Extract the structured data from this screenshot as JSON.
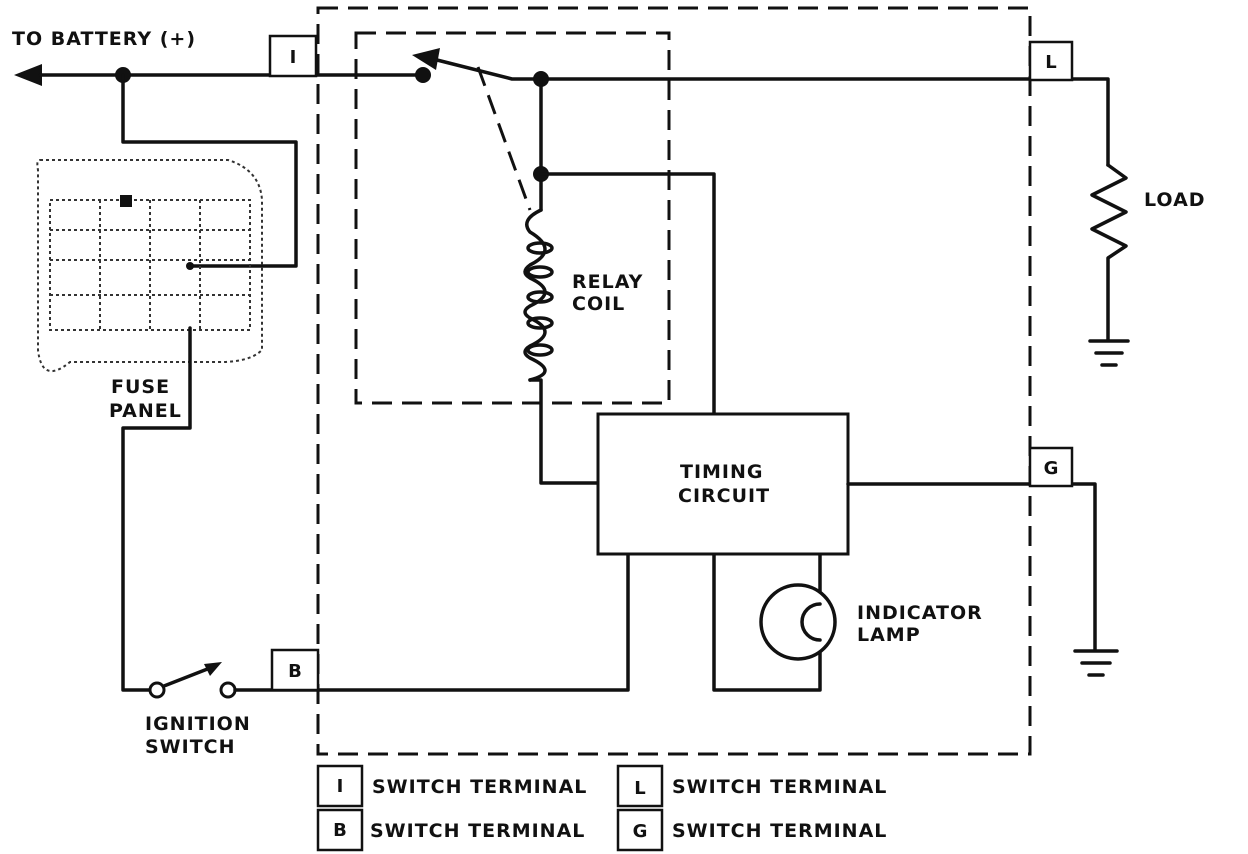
{
  "labels": {
    "battery": "TO BATTERY (+)",
    "load": "LOAD",
    "relay_line1": "RELAY",
    "relay_line2": "COIL",
    "fuse_line1": "FUSE",
    "fuse_line2": "PANEL",
    "timing_line1": "TIMING",
    "timing_line2": "CIRCUIT",
    "indicator_line1": "INDICATOR",
    "indicator_line2": "LAMP",
    "ignition_line1": "IGNITION",
    "ignition_line2": "SWITCH"
  },
  "terminals": {
    "i": "I",
    "l": "L",
    "g": "G",
    "b": "B"
  },
  "legend": [
    {
      "letter": "I",
      "text": "SWITCH TERMINAL"
    },
    {
      "letter": "B",
      "text": "SWITCH TERMINAL"
    },
    {
      "letter": "L",
      "text": "SWITCH TERMINAL"
    },
    {
      "letter": "G",
      "text": "SWITCH TERMINAL"
    }
  ]
}
